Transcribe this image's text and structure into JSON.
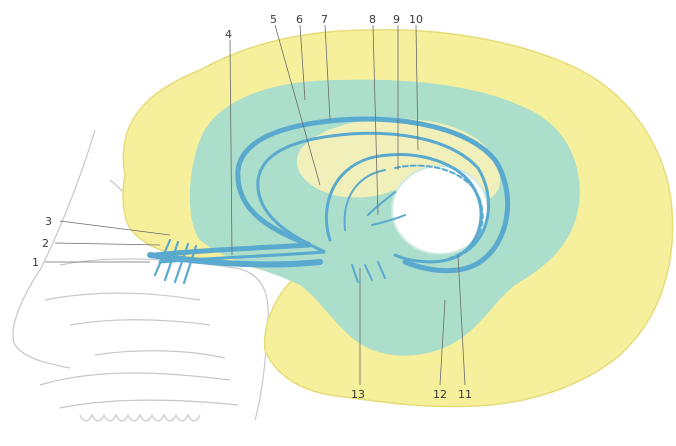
{
  "figure": {
    "labels": [
      {
        "id": "1",
        "text": "1"
      },
      {
        "id": "2",
        "text": "2"
      },
      {
        "id": "3",
        "text": "3"
      },
      {
        "id": "4",
        "text": "4"
      },
      {
        "id": "5",
        "text": "5"
      },
      {
        "id": "6",
        "text": "6"
      },
      {
        "id": "7",
        "text": "7"
      },
      {
        "id": "8",
        "text": "8"
      },
      {
        "id": "9",
        "text": "9"
      },
      {
        "id": "10",
        "text": "10"
      },
      {
        "id": "11",
        "text": "11"
      },
      {
        "id": "12",
        "text": "12"
      },
      {
        "id": "13",
        "text": "13"
      }
    ],
    "colors": {
      "cortex": "#f6ef9c",
      "limbic_zone": "#a8dccf",
      "pathways": "#5aa9cf",
      "background": "#ffffff",
      "skull_sketch": "#c9c9c9"
    }
  }
}
